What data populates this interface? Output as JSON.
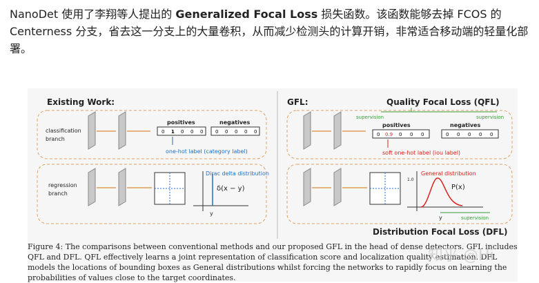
{
  "article": {
    "p_part1": "NanoDet 使用了李翔等人提出的 ",
    "p_bold": "Generalized Focal Loss",
    "p_part2": " 损失函数。该函数能够去掉 FCOS 的 Centerness 分支，省去这一分支上的大量卷积，从而减少检测头的计算开销，非常适合移动端的轻量化部署。"
  },
  "figure": {
    "left_title": "Existing Work:",
    "right_title": "GFL:",
    "qfl_title": "Quality Focal Loss (QFL)",
    "dfl_title": "Distribution Focal Loss (DFL)",
    "cls_branch": [
      "classification",
      "branch"
    ],
    "reg_branch": [
      "regression",
      "branch"
    ],
    "positives": "positives",
    "negatives": "negatives",
    "onehot_values": [
      "0",
      "1",
      "0",
      "0",
      "0"
    ],
    "soft_values": [
      "0",
      "0.9",
      "0",
      "0",
      "0"
    ],
    "neg_values": [
      "0",
      "0",
      "0",
      "0",
      "0"
    ],
    "onehot_label": "one-hot label (category label)",
    "soft_label": "soft one-hot label (iou label)",
    "dirac_label": "Dirac delta distribution",
    "dirac_formula": "δ(x − y)",
    "general_label": "General distribution",
    "px_formula": "P(x)",
    "supervision": "supervision",
    "y_label": "y",
    "one_label": "1.0"
  },
  "caption": {
    "text": "Figure 4: The comparisons between conventional methods and our proposed GFL in the head of dense detectors. GFL includes QFL and DFL. QFL effectively learns a joint representation of classification score and localization quality estimation. DFL models the locations of bounding boxes as General distributions whilst forcing the networks to rapidly focus on learning the probabilities of values close to the target coordinates."
  },
  "watermark": "知乎 @Hi",
  "colors": {
    "accent_red": "#d9211b",
    "accent_blue": "#1f6fc4",
    "accent_green": "#3a9a3a",
    "dashed_orange": "#e0a060"
  }
}
